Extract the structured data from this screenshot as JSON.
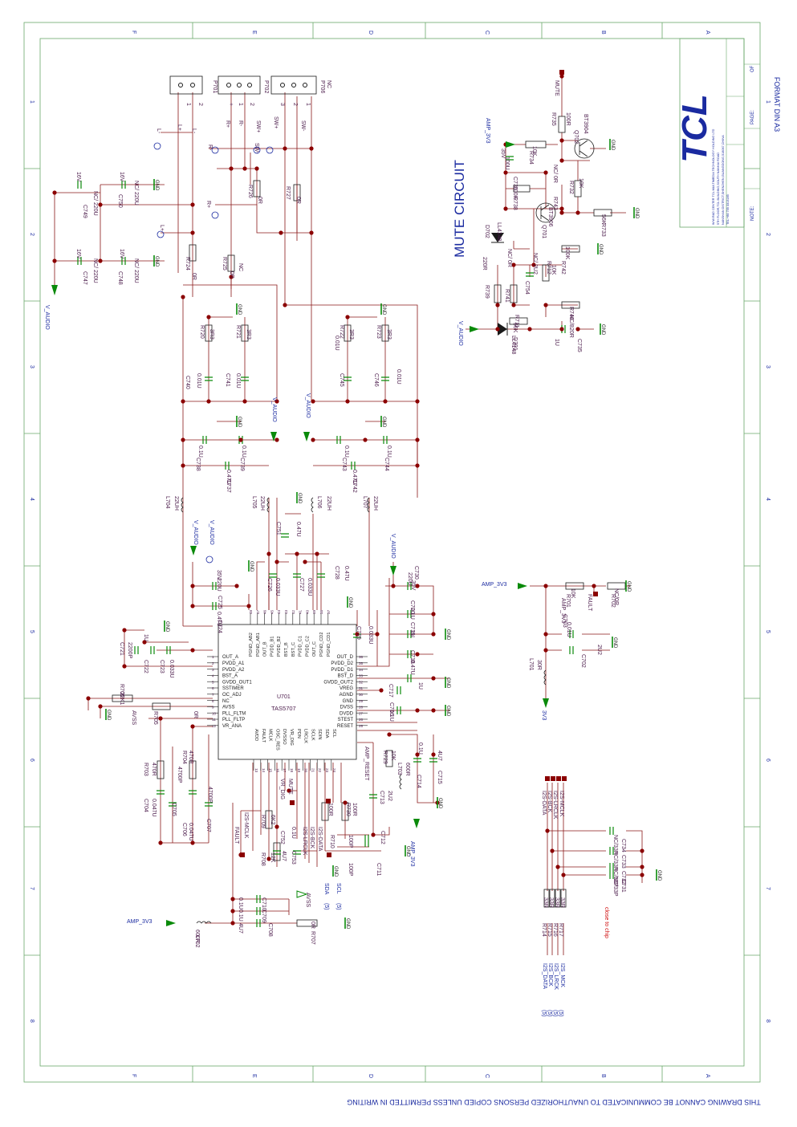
{
  "sheet": {
    "title": "MUTE CIRCUIT",
    "notice": "THIS DRAWING CANNOT BE COMMUNICATED TO UNAUTHORIZED PERSONS COPIED UNLESS PERMITTED IN WRITING",
    "format": "FORMAT DIN A3",
    "logo": "TCL",
    "company_lines": [
      "W.W.R&D CENTER TCL MULTIMEDIA TECHNOLOGY HOLDING LTD",
      "5TH FLOOR,TCL BUILDING,SOUTH NANHAI ROAD",
      "NANSHAN DISTRICT,SHENZHEN,GUANGDONG,518067,CHINA",
      "TEL:+86 755 3313185"
    ],
    "note_label": "NOTE:",
    "page_label": "PAGE:",
    "of_label": "OF",
    "col_letters": [
      "F",
      "E",
      "D",
      "C",
      "B",
      "A"
    ],
    "row_numbers": [
      "1",
      "2",
      "3",
      "4",
      "5",
      "6",
      "7",
      "8"
    ],
    "chip_note": "close to chip",
    "colors": {
      "wire": "#8b1a1a",
      "component": "#1a1a1a",
      "label": "#4a1a4a",
      "cap": "#0a8a0a",
      "border": "#6aa86a",
      "title": "#1a2aa0",
      "dot": "#8b0000",
      "note": "#d01010"
    }
  },
  "connectors": [
    {
      "ref": "P701",
      "pins": [
        "1",
        "2"
      ]
    },
    {
      "ref": "P702",
      "pins": [
        "+",
        "1",
        "2"
      ]
    },
    {
      "ref": "P706",
      "pins": [
        "3",
        "2",
        "1"
      ],
      "value": "NC"
    }
  ],
  "speaker_nets": [
    "L-",
    "L+",
    "R+",
    "R-",
    "SW+",
    "SW-"
  ],
  "ic": {
    "ref": "U701",
    "name": "TAS5707",
    "left_pins": [
      {
        "n": "1",
        "name": "OUT_A"
      },
      {
        "n": "2",
        "name": "PVDD_A1"
      },
      {
        "n": "3",
        "name": "PVDD_A2"
      },
      {
        "n": "4",
        "name": "BST_A"
      },
      {
        "n": "5",
        "name": "GVDD_OUT1"
      },
      {
        "n": "6",
        "name": "SSTIMER"
      },
      {
        "n": "7",
        "name": "OC_ADJ"
      },
      {
        "n": "8",
        "name": "NC"
      },
      {
        "n": "9",
        "name": "AVSS"
      },
      {
        "n": "10",
        "name": "PLL_FLTM"
      },
      {
        "n": "11",
        "name": "PLL_FLTP"
      },
      {
        "n": "12",
        "name": "VR_ANA"
      }
    ],
    "right_pins": [
      {
        "n": "36",
        "name": "OUT_D"
      },
      {
        "n": "35",
        "name": "PVDD_D2"
      },
      {
        "n": "34",
        "name": "PVDD_D1"
      },
      {
        "n": "33",
        "name": "BST_D"
      },
      {
        "n": "32",
        "name": "GVDD_OUT2"
      },
      {
        "n": "31",
        "name": "VREG"
      },
      {
        "n": "30",
        "name": "AGND"
      },
      {
        "n": "29",
        "name": "GND"
      },
      {
        "n": "28",
        "name": "DVSS"
      },
      {
        "n": "27",
        "name": "DVDD"
      },
      {
        "n": "26",
        "name": "STEST"
      },
      {
        "n": "25",
        "name": "RESET"
      }
    ],
    "top_pins": [
      {
        "n": "48",
        "name": "PGND_AB2"
      },
      {
        "n": "47",
        "name": "PGND_AB1"
      },
      {
        "n": "46",
        "name": "OUT_B"
      },
      {
        "n": "45",
        "name": "PVDD_B1"
      },
      {
        "n": "44",
        "name": "PVDD_B2"
      },
      {
        "n": "43",
        "name": "BST_B"
      },
      {
        "n": "42",
        "name": "BST_C"
      },
      {
        "n": "41",
        "name": "PVDD_C1"
      },
      {
        "n": "40",
        "name": "PVDD_C2"
      },
      {
        "n": "39",
        "name": "OUT_C"
      },
      {
        "n": "38",
        "name": "PGND_CD2"
      },
      {
        "n": "37",
        "name": "PGND_CD1"
      }
    ],
    "bottom_pins": [
      {
        "n": "13",
        "name": "AVDD"
      },
      {
        "n": "14",
        "name": "FAULT"
      },
      {
        "n": "15",
        "name": "MCLK"
      },
      {
        "n": "16",
        "name": "OSC_RES"
      },
      {
        "n": "17",
        "name": "DVSSO"
      },
      {
        "n": "18",
        "name": "VR_DIG"
      },
      {
        "n": "19",
        "name": "PDN"
      },
      {
        "n": "20",
        "name": "LRCLK"
      },
      {
        "n": "21",
        "name": "SCLK"
      },
      {
        "n": "22",
        "name": "SDIN"
      },
      {
        "n": "23",
        "name": "SDA"
      },
      {
        "n": "24",
        "name": "SCL"
      }
    ]
  },
  "labels": [
    {
      "id": "c749",
      "t": "C749"
    },
    {
      "id": "c749v",
      "t": "NC/ 220U"
    },
    {
      "id": "c749r",
      "t": "16V"
    },
    {
      "id": "c750",
      "t": "C750"
    },
    {
      "id": "c750v",
      "t": "NC/ 220U"
    },
    {
      "id": "c750r",
      "t": "16V"
    },
    {
      "id": "c747",
      "t": "C747"
    },
    {
      "id": "c747v",
      "t": "NC/ 220U"
    },
    {
      "id": "c747r",
      "t": "16V"
    },
    {
      "id": "c748",
      "t": "C748"
    },
    {
      "id": "c748v",
      "t": "NC/ 220U"
    },
    {
      "id": "c748r",
      "t": "16V"
    },
    {
      "id": "r724",
      "t": "R724"
    },
    {
      "id": "r724v",
      "t": "0R"
    },
    {
      "id": "r725",
      "t": "R725"
    },
    {
      "id": "r725v",
      "t": "0R"
    },
    {
      "id": "r725nc",
      "t": "NC"
    },
    {
      "id": "r726",
      "t": "R726"
    },
    {
      "id": "r726v",
      "t": "0R"
    },
    {
      "id": "r727",
      "t": "R727"
    },
    {
      "id": "r727v",
      "t": "0R"
    },
    {
      "id": "r720",
      "t": "R720"
    },
    {
      "id": "r720v",
      "t": "3R3"
    },
    {
      "id": "r721",
      "t": "R721"
    },
    {
      "id": "r721v",
      "t": "3R3"
    },
    {
      "id": "r722",
      "t": "R722"
    },
    {
      "id": "r722v",
      "t": "3R3"
    },
    {
      "id": "r723",
      "t": "R723"
    },
    {
      "id": "r723v",
      "t": "3R3"
    },
    {
      "id": "c740",
      "t": "C740"
    },
    {
      "id": "c740v",
      "t": "0.01U"
    },
    {
      "id": "c741",
      "t": "C741"
    },
    {
      "id": "c741v",
      "t": "0.01U"
    },
    {
      "id": "c745",
      "t": "C745"
    },
    {
      "id": "c745v",
      "t": "0.01U"
    },
    {
      "id": "c746",
      "t": "C746"
    },
    {
      "id": "c746v",
      "t": "0.01U"
    },
    {
      "id": "c738",
      "t": "C738"
    },
    {
      "id": "c738v",
      "t": "0.1U"
    },
    {
      "id": "c739",
      "t": "C739"
    },
    {
      "id": "c739v",
      "t": "0.1U"
    },
    {
      "id": "c743",
      "t": "C743"
    },
    {
      "id": "c743v",
      "t": "0.1U"
    },
    {
      "id": "c744",
      "t": "C744"
    },
    {
      "id": "c744v",
      "t": "0.1U"
    },
    {
      "id": "c737",
      "t": "C737"
    },
    {
      "id": "c737v",
      "t": "0.47U"
    },
    {
      "id": "c742",
      "t": "C742"
    },
    {
      "id": "c742v",
      "t": "0.47U"
    },
    {
      "id": "l704",
      "t": "L704"
    },
    {
      "id": "l704v",
      "t": "22UH"
    },
    {
      "id": "l705",
      "t": "L705"
    },
    {
      "id": "l705v",
      "t": "22UH"
    },
    {
      "id": "l706",
      "t": "L706"
    },
    {
      "id": "l706v",
      "t": "22UH"
    },
    {
      "id": "l707",
      "t": "L707"
    },
    {
      "id": "l707v",
      "t": "22UH"
    },
    {
      "id": "c751",
      "t": "C751"
    },
    {
      "id": "c751v",
      "t": "0.47U"
    },
    {
      "id": "c728",
      "t": "C728"
    },
    {
      "id": "c728v",
      "t": "0.47U"
    },
    {
      "id": "c726",
      "t": "C726"
    },
    {
      "id": "c726v",
      "t": "0.033U"
    },
    {
      "id": "c727",
      "t": "C727"
    },
    {
      "id": "c727v",
      "t": "0.033U"
    },
    {
      "id": "c725",
      "t": "C725"
    },
    {
      "id": "c725v",
      "t": "220U"
    },
    {
      "id": "c725r",
      "t": "35V"
    },
    {
      "id": "c724",
      "t": "C724"
    },
    {
      "id": "c724v",
      "t": "0.47U"
    },
    {
      "id": "c730",
      "t": "C730"
    },
    {
      "id": "c730v",
      "t": "220U"
    },
    {
      "id": "c730r",
      "t": "35V"
    },
    {
      "id": "c720",
      "t": "C720"
    },
    {
      "id": "c720v",
      "t": "0.1U"
    },
    {
      "id": "c719",
      "t": "C719"
    },
    {
      "id": "c719v",
      "t": "1U"
    },
    {
      "id": "c718",
      "t": "C718"
    },
    {
      "id": "c718v",
      "t": "0.47U"
    },
    {
      "id": "c729",
      "t": "C729"
    },
    {
      "id": "c729v",
      "t": "0.033U"
    },
    {
      "id": "c717",
      "t": "C717"
    },
    {
      "id": "c717v",
      "t": "1U"
    },
    {
      "id": "c716",
      "t": "C716"
    },
    {
      "id": "c716v",
      "t": "0.1U"
    },
    {
      "id": "c721",
      "t": "C721"
    },
    {
      "id": "c721v",
      "t": "2200P"
    },
    {
      "id": "c722",
      "t": "C722"
    },
    {
      "id": "c722v",
      "t": "1U"
    },
    {
      "id": "c723",
      "t": "C723"
    },
    {
      "id": "c723v",
      "t": "0.033U"
    },
    {
      "id": "r706",
      "t": "R706"
    },
    {
      "id": "r706v",
      "t": "22K1"
    },
    {
      "id": "r705",
      "t": "R705"
    },
    {
      "id": "r705v",
      "t": "0R"
    },
    {
      "id": "avss",
      "t": "AVSS"
    },
    {
      "id": "r703",
      "t": "R703"
    },
    {
      "id": "r703v",
      "t": "470R"
    },
    {
      "id": "r704",
      "t": "R704"
    },
    {
      "id": "r704v",
      "t": "470R"
    },
    {
      "id": "c704",
      "t": "C704"
    },
    {
      "id": "c704v",
      "t": "0.047U"
    },
    {
      "id": "c705",
      "t": "C705"
    },
    {
      "id": "c705v",
      "t": "4700P"
    },
    {
      "id": "c706",
      "t": "C706"
    },
    {
      "id": "c706v",
      "t": "0.047U"
    },
    {
      "id": "c707",
      "t": "C707"
    },
    {
      "id": "c707v",
      "t": "4700P"
    },
    {
      "id": "fault",
      "t": "FAULT"
    },
    {
      "id": "i2smclk",
      "t": "I2S-MCLK"
    },
    {
      "id": "r708",
      "t": "R708"
    },
    {
      "id": "r708v",
      "t": "12K"
    },
    {
      "id": "r709",
      "t": "R709"
    },
    {
      "id": "r709v",
      "t": "6K2"
    },
    {
      "id": "c752",
      "t": "C752"
    },
    {
      "id": "c752v",
      "t": "4U7"
    },
    {
      "id": "c753",
      "t": "C753"
    },
    {
      "id": "c753v",
      "t": "0.1U"
    },
    {
      "id": "vrdig",
      "t": "VR_DIG"
    },
    {
      "id": "mute2",
      "t": "MUTE"
    },
    {
      "id": "i2slrclk",
      "t": "I2S-LRCLK"
    },
    {
      "id": "i2sbck",
      "t": "I2S-BCK"
    },
    {
      "id": "i2sdata",
      "t": "I2S-DATA"
    },
    {
      "id": "r710",
      "t": "R710"
    },
    {
      "id": "r710v",
      "t": "100R"
    },
    {
      "id": "r730",
      "t": "R730"
    },
    {
      "id": "r730v",
      "t": "100R"
    },
    {
      "id": "c711",
      "t": "C711"
    },
    {
      "id": "c711v",
      "t": "100P"
    },
    {
      "id": "c712",
      "t": "C712"
    },
    {
      "id": "c712v",
      "t": "100P"
    },
    {
      "id": "sda",
      "t": "SDA"
    },
    {
      "id": "scl",
      "t": "SCL"
    },
    {
      "id": "five1",
      "t": "(5)"
    },
    {
      "id": "five2",
      "t": "(5)"
    },
    {
      "id": "c713",
      "t": "C713"
    },
    {
      "id": "c713v",
      "t": "2U2"
    },
    {
      "id": "r729",
      "t": "R729"
    },
    {
      "id": "r729v",
      "t": "10K"
    },
    {
      "id": "ampreset",
      "t": "AMP_RESET"
    },
    {
      "id": "l703",
      "t": "L703"
    },
    {
      "id": "l703v",
      "t": "600R"
    },
    {
      "id": "c714",
      "t": "C714"
    },
    {
      "id": "c714v",
      "t": "0.1U"
    },
    {
      "id": "c715",
      "t": "C715"
    },
    {
      "id": "c715v",
      "t": "4U7"
    },
    {
      "id": "amp3v3b",
      "t": "AMP_3V3"
    },
    {
      "id": "c710",
      "t": "C710"
    },
    {
      "id": "c710v",
      "t": "0.1U"
    },
    {
      "id": "c709",
      "t": "C709"
    },
    {
      "id": "c709v",
      "t": "0.1U"
    },
    {
      "id": "c708",
      "t": "C708"
    },
    {
      "id": "c708v",
      "t": "4U7"
    },
    {
      "id": "avss2",
      "t": "AVSS"
    },
    {
      "id": "r707",
      "t": "R707"
    },
    {
      "id": "r707v",
      "t": "0R"
    },
    {
      "id": "l702",
      "t": "L702"
    },
    {
      "id": "l702v",
      "t": "600R"
    },
    {
      "id": "amp3v3c",
      "t": "AMP_3V3"
    },
    {
      "id": "vaudio1",
      "t": "V_AUDIO"
    },
    {
      "id": "vaudio2",
      "t": "V_AUDIO"
    },
    {
      "id": "vaudio3",
      "t": "V_AUDIO"
    },
    {
      "id": "vaudio4",
      "t": "V_AUDIO"
    },
    {
      "id": "vaudio5",
      "t": "V_AUDIO"
    },
    {
      "id": "vaudio6",
      "t": "V_AUDIO"
    },
    {
      "id": "amp3v3d",
      "t": "AMP_3V3"
    },
    {
      "id": "r701",
      "t": "R701"
    },
    {
      "id": "r701v",
      "t": "10K"
    },
    {
      "id": "fault2",
      "t": "FAULT"
    },
    {
      "id": "r702",
      "t": "R702"
    },
    {
      "id": "r702v",
      "t": "NC/0R"
    },
    {
      "id": "amp3v3e",
      "t": "AMP_3V3"
    },
    {
      "id": "c703",
      "t": "C703"
    },
    {
      "id": "c703v",
      "t": "0.01U"
    },
    {
      "id": "c702",
      "t": "C702"
    },
    {
      "id": "c702v",
      "t": "2U2"
    },
    {
      "id": "l701",
      "t": "L701"
    },
    {
      "id": "l701v",
      "t": "30R"
    },
    {
      "id": "threev3",
      "t": "3V3"
    },
    {
      "id": "amp3v3a",
      "t": "AMP_3V3"
    },
    {
      "id": "mute",
      "t": "MUTE"
    },
    {
      "id": "r735",
      "t": "R735"
    },
    {
      "id": "r735v",
      "t": "100R"
    },
    {
      "id": "q702",
      "t": "Q702"
    },
    {
      "id": "q702v",
      "t": "BT3904"
    },
    {
      "id": "r734",
      "t": "R734"
    },
    {
      "id": "r734v",
      "t": "10K"
    },
    {
      "id": "c736",
      "t": "C736"
    },
    {
      "id": "c736v",
      "t": "100U"
    },
    {
      "id": "c736r",
      "t": "35V"
    },
    {
      "id": "c736nc",
      "t": "NC/ 0R"
    },
    {
      "id": "r738",
      "t": "R738"
    },
    {
      "id": "r738v",
      "t": "100K"
    },
    {
      "id": "r743",
      "t": "R743"
    },
    {
      "id": "r732",
      "t": "R732"
    },
    {
      "id": "r732v",
      "t": "10K"
    },
    {
      "id": "r733",
      "t": "R733"
    },
    {
      "id": "r733v",
      "t": "56K"
    },
    {
      "id": "q701",
      "t": "Q701"
    },
    {
      "id": "q701v",
      "t": "BT3906"
    },
    {
      "id": "d702",
      "t": "D702"
    },
    {
      "id": "d702v",
      "t": "LL4148"
    },
    {
      "id": "r742",
      "t": "R742"
    },
    {
      "id": "r742v",
      "t": "100K"
    },
    {
      "id": "r739",
      "t": "R739"
    },
    {
      "id": "r739v",
      "t": "220R"
    },
    {
      "id": "r741",
      "t": "R741"
    },
    {
      "id": "r741v",
      "t": "NC/ 0R"
    },
    {
      "id": "c754",
      "t": "C754"
    },
    {
      "id": "c754v",
      "t": "NC/ 2U2"
    },
    {
      "id": "r712",
      "t": "R712"
    },
    {
      "id": "r712v",
      "t": "10K"
    },
    {
      "id": "r711",
      "t": "R711"
    },
    {
      "id": "r711v",
      "t": "56K"
    },
    {
      "id": "r740",
      "t": "R740"
    },
    {
      "id": "r740v",
      "t": "NC/820R"
    },
    {
      "id": "d701",
      "t": "D701"
    },
    {
      "id": "d701v",
      "t": "LL4148"
    },
    {
      "id": "c735",
      "t": "C735"
    },
    {
      "id": "c735v",
      "t": "1U"
    },
    {
      "id": "vaudio7",
      "t": "V_AUDIO"
    },
    {
      "id": "i2s_data_top",
      "t": "I2S-DATA"
    },
    {
      "id": "i2s_bck_top",
      "t": "I2S-BCK"
    },
    {
      "id": "i2s_lrck_top",
      "t": "I2S-LRCLK"
    },
    {
      "id": "i2s_mclk_top",
      "t": "I2S-MCLK"
    },
    {
      "id": "c734",
      "t": "C734"
    },
    {
      "id": "c734v",
      "t": "NC/33P"
    },
    {
      "id": "c733",
      "t": "C733"
    },
    {
      "id": "c733v",
      "t": "NC/33P"
    },
    {
      "id": "c732",
      "t": "C732"
    },
    {
      "id": "c732v",
      "t": "NC/33P"
    },
    {
      "id": "c731",
      "t": "C731"
    },
    {
      "id": "c731v",
      "t": "NC/33P"
    },
    {
      "id": "r714",
      "t": "R714"
    },
    {
      "id": "r715",
      "t": "R715"
    },
    {
      "id": "r716",
      "t": "R716"
    },
    {
      "id": "r717",
      "t": "R717"
    },
    {
      "id": "r714v",
      "t": "33R"
    },
    {
      "id": "r715v",
      "t": "33R"
    },
    {
      "id": "r716v",
      "t": "33R"
    },
    {
      "id": "r717v",
      "t": "33R"
    },
    {
      "id": "i2s_data_b",
      "t": "I2S_DATA"
    },
    {
      "id": "i2s_bck_b",
      "t": "I2S_BCK"
    },
    {
      "id": "i2s_lrck_b",
      "t": "I2S_LRCK"
    },
    {
      "id": "i2s_mck_b",
      "t": "I2S_MCK"
    },
    {
      "id": "five3",
      "t": "(5)"
    },
    {
      "id": "five4",
      "t": "(5)"
    },
    {
      "id": "five5",
      "t": "(5)"
    },
    {
      "id": "five6",
      "t": "(5)"
    }
  ],
  "gnd_label": "GND"
}
